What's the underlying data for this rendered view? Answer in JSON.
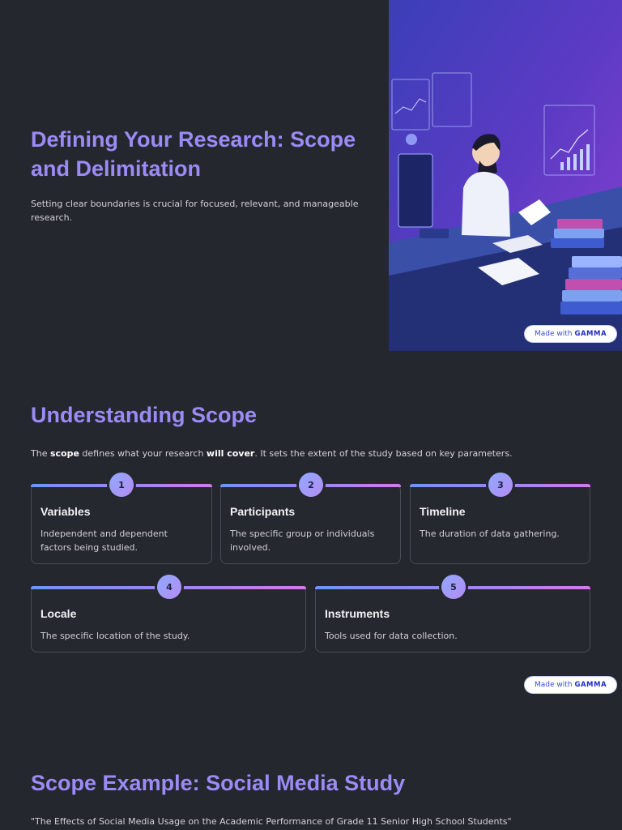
{
  "hero": {
    "title": "Defining Your Research: Scope and Delimitation",
    "subtitle": "Setting clear boundaries is crucial for focused, relevant, and manageable research."
  },
  "badge": {
    "prefix": "Made with",
    "brand": "GAMMA"
  },
  "scope": {
    "title": "Understanding Scope",
    "intro": {
      "part1": "The ",
      "bold1": "scope",
      "part2": " defines what your research ",
      "bold2": "will cover",
      "part3": ". It sets the extent of the study based on key parameters."
    },
    "cards": [
      {
        "number": "1",
        "title": "Variables",
        "description": "Independent and dependent factors being studied."
      },
      {
        "number": "2",
        "title": "Participants",
        "description": "The specific group or individuals involved."
      },
      {
        "number": "3",
        "title": "Timeline",
        "description": "The duration of data gathering."
      },
      {
        "number": "4",
        "title": "Locale",
        "description": "The specific location of the study."
      },
      {
        "number": "5",
        "title": "Instruments",
        "description": "Tools used for data collection."
      }
    ]
  },
  "example": {
    "title": "Scope Example: Social Media Study",
    "quote": "\"The Effects of Social Media Usage on the Academic Performance of Grade 11 Senior High School Students\""
  }
}
